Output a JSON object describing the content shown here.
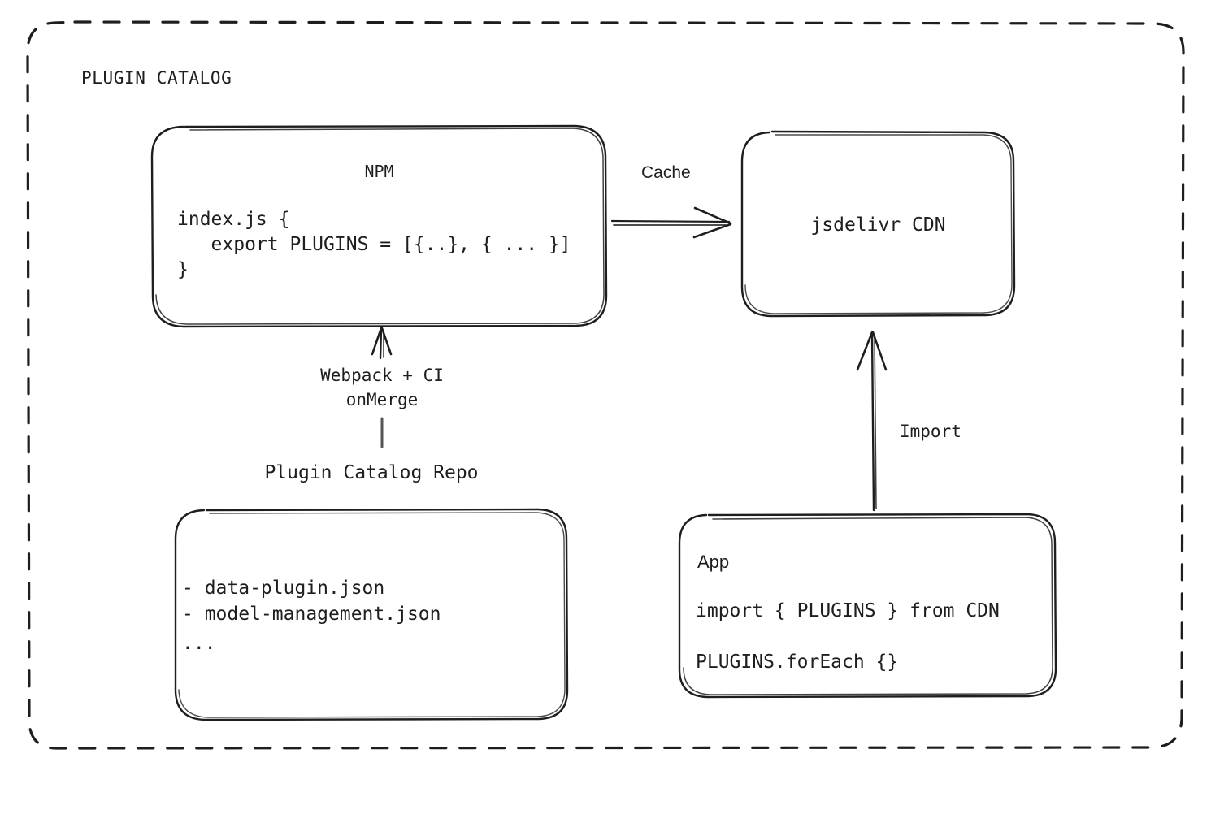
{
  "diagram": {
    "type": "architecture-flow",
    "style": "hand-drawn sketch",
    "background": "#ffffff",
    "stroke_color": "#1e1e1e",
    "group": {
      "label": "PLUGIN CATALOG",
      "border": "dashed"
    },
    "nodes": {
      "npm": {
        "title": "NPM",
        "code_lines": [
          "index.js {",
          "   export PLUGINS = [{..}, { ... }]",
          "}"
        ]
      },
      "cdn": {
        "title": "jsdelivr CDN"
      },
      "repo": {
        "caption": "Plugin Catalog Repo",
        "lines": [
          "- data-plugin.json",
          "- model-management.json",
          "..."
        ]
      },
      "app": {
        "title": "App",
        "code_lines": [
          "import { PLUGINS } from CDN",
          "PLUGINS.forEach {}"
        ]
      }
    },
    "edges": {
      "cache": {
        "label": "Cache",
        "from": "npm",
        "to": "cdn",
        "direction": "right"
      },
      "build": {
        "label_line1": "Webpack + CI",
        "label_line2": "onMerge",
        "from": "repo",
        "to": "npm",
        "direction": "up"
      },
      "import": {
        "label": "Import",
        "from": "app",
        "to": "cdn",
        "direction": "up"
      }
    }
  }
}
